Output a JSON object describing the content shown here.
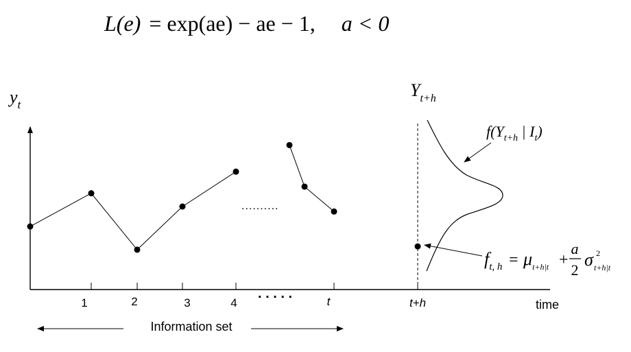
{
  "formula": {
    "lhs": "L(e)",
    "rhs": "= exp(ae) − ae − 1,",
    "condition": "a < 0"
  },
  "y_axis_label": {
    "main": "y",
    "sub": "t"
  },
  "forecast_label": {
    "main": "Y",
    "sub": "t+h"
  },
  "density_label": {
    "prefix": "f(",
    "var": "Y",
    "var_sub": "t+h",
    "bar": " | ",
    "set": "I",
    "set_sub": "t",
    "suffix": ")"
  },
  "forecast_formula": {
    "f": "f",
    "f_sub": "t, h",
    "eq": "=",
    "mu": "μ",
    "mu_sub": "t+h|t",
    "plus": "+",
    "num": "a",
    "den": "2",
    "sigma": "σ",
    "sigma_sup": "2",
    "sigma_sub": "t+h|t"
  },
  "x_ticks": [
    "1",
    "2",
    "3",
    "4",
    "t",
    "t+h"
  ],
  "x_axis_label": "time",
  "dots_middle": "..........",
  "dots_axis": ". . . . .",
  "info_set_label": "Information set",
  "series": [
    {
      "name": "",
      "points": [
        [
          0,
          0.38
        ],
        [
          1,
          0.58
        ],
        [
          2,
          0.24
        ],
        [
          3,
          0.5
        ],
        [
          4,
          0.71
        ]
      ]
    },
    {
      "name": "",
      "points": [
        [
          "t-2",
          0.87
        ],
        [
          "t-1",
          0.62
        ],
        [
          "t",
          0.47
        ]
      ]
    }
  ],
  "forecast_point": {
    "x": "t+h",
    "y": 0.26
  }
}
